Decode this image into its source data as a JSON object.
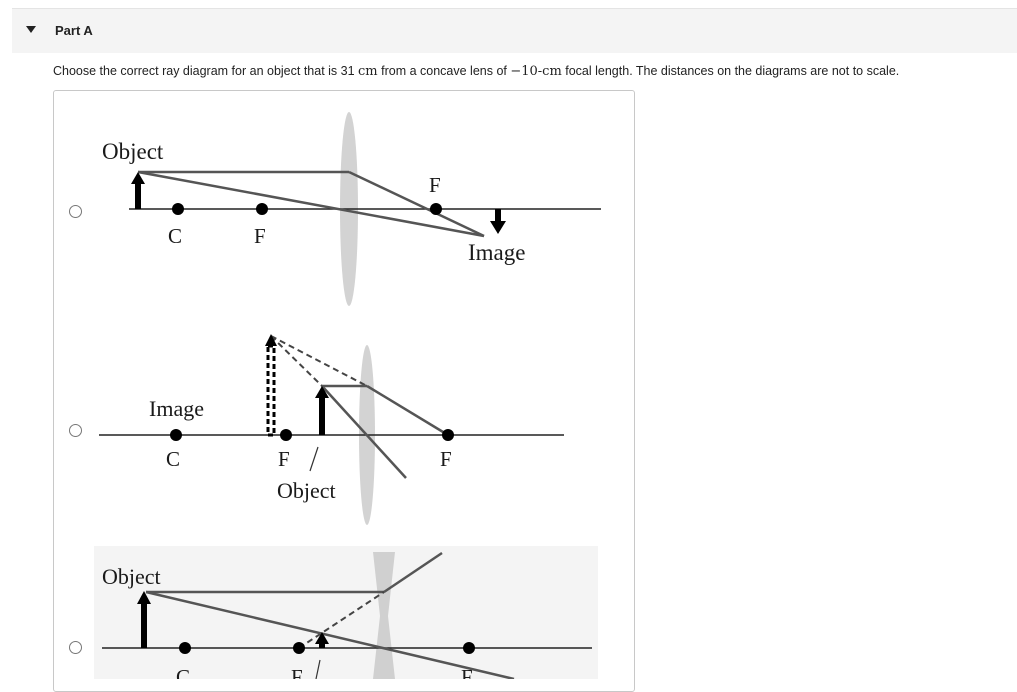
{
  "part": {
    "title": "Part A",
    "toggle_icon": "caret-down-icon"
  },
  "question": {
    "pre": "Choose the correct ray diagram for an object that is 31 ",
    "unit1": "cm",
    "mid": " from a concave lens of ",
    "focal": "−10-cm",
    "post": " focal length. The distances on the diagrams are not to scale."
  },
  "options": [
    {
      "id": "option-1",
      "labels": {
        "object": "Object",
        "image": "Image",
        "c": "C",
        "f_left": "F",
        "f_right": "F"
      }
    },
    {
      "id": "option-2",
      "labels": {
        "object": "Object",
        "image": "Image",
        "c": "C",
        "f_left": "F",
        "f_right": "F"
      }
    },
    {
      "id": "option-3",
      "labels": {
        "object": "Object",
        "c": "C",
        "f_left": "F",
        "f_right": "F"
      }
    }
  ],
  "colors": {
    "ray": "#555555",
    "lens": "#d3d3d3",
    "panel_bg": "#f4f4f4"
  }
}
